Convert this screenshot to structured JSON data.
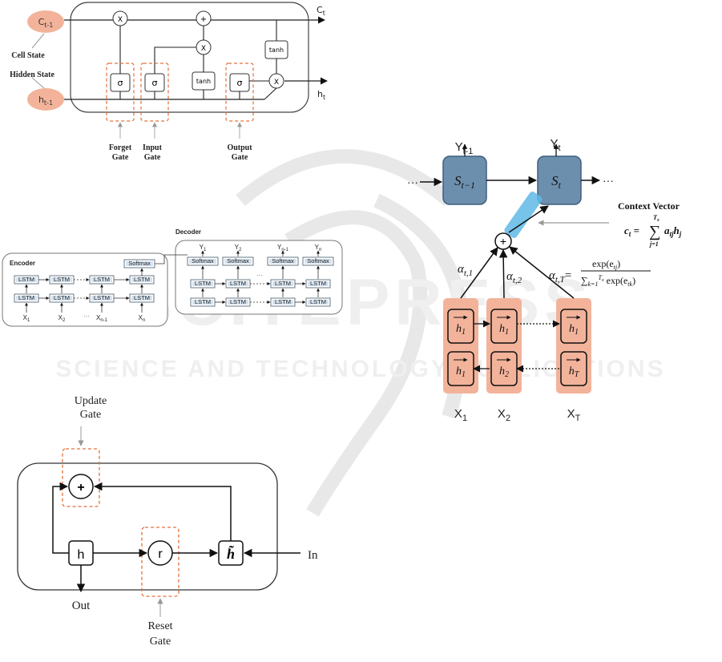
{
  "lstm": {
    "c_prev_base": "C",
    "c_prev_sub": "t-1",
    "h_prev_base": "h",
    "h_prev_sub": "t-1",
    "cell_state": "Cell State",
    "hidden_state": "Hidden State",
    "ct_base": "C",
    "ct_sub": "t",
    "ht_base": "h",
    "ht_sub": "t",
    "sigma": "σ",
    "tanh": "tanh",
    "times": "X",
    "plus": "+",
    "forget_gate": [
      "Forget",
      "Gate"
    ],
    "input_gate": [
      "Input",
      "Gate"
    ],
    "output_gate": [
      "Output",
      "Gate"
    ]
  },
  "seq2seq": {
    "encoder_label": "Encoder",
    "decoder_label": "Decoder",
    "cell": "LSTM",
    "softmax": "Softmax",
    "ellipsis": "···",
    "inputs": [
      {
        "base": "X",
        "sub": "1"
      },
      {
        "base": "X",
        "sub": "2"
      },
      {
        "base": "X",
        "sub": "n-1"
      },
      {
        "base": "X",
        "sub": "n"
      }
    ],
    "outputs": [
      {
        "base": "Y",
        "sub": "1"
      },
      {
        "base": "Y",
        "sub": "2"
      },
      {
        "base": "Y",
        "sub": "n-1"
      },
      {
        "base": "Y",
        "sub": "n"
      }
    ]
  },
  "gru": {
    "update_gate": [
      "Update",
      "Gate"
    ],
    "reset_gate": [
      "Reset",
      "Gate"
    ],
    "plus": "+",
    "h": "h",
    "r": "r",
    "h_tilde": "h̃",
    "out": "Out",
    "in": "In"
  },
  "attention": {
    "y_prev_base": "Y",
    "y_prev_sub": "t-1",
    "y_t_base": "Y",
    "y_t_sub": "t",
    "s_prev_base": "S",
    "s_prev_sub": "t−1",
    "s_t_base": "S",
    "s_t_sub": "t",
    "dots": "···",
    "context_title": "Context Vector",
    "context_lhs": "c",
    "context_sum_upper": "T",
    "context_sum_upper_sub": "x",
    "context_sum_lower": "j=1",
    "context_term": "a",
    "alpha1": "α",
    "alpha1_sub": "t,1",
    "alpha2": "α",
    "alpha2_sub": "t,2",
    "alphaT": "α",
    "alphaT_sub": "t,T",
    "softmax_num": "exp(e",
    "softmax_num_sub": "tj",
    "softmax_den": "exp(e",
    "softmax_den_sub": "tk",
    "forward_cells": [
      "h1",
      "h1",
      "h1"
    ],
    "backward_cells": [
      "h1",
      "h2",
      "hT"
    ],
    "inputs": [
      {
        "base": "X",
        "sub": "1"
      },
      {
        "base": "X",
        "sub": "2"
      },
      {
        "base": "X",
        "sub": "T"
      }
    ]
  },
  "watermark": {
    "top": "SCITEPRESS",
    "bottom": "SCIENCE AND TECHNOLOGY PUBLICATIONS"
  },
  "colors": {
    "salmon": "#f2b39a",
    "salmon_dark": "#e8957a",
    "orange_dash": "#e4703a",
    "steel_blue": "#6d8fae",
    "steel_blue_dark": "#3e5e7e",
    "light_blue": "#5fb8e6",
    "lstm_box": "#d6e3f0"
  }
}
